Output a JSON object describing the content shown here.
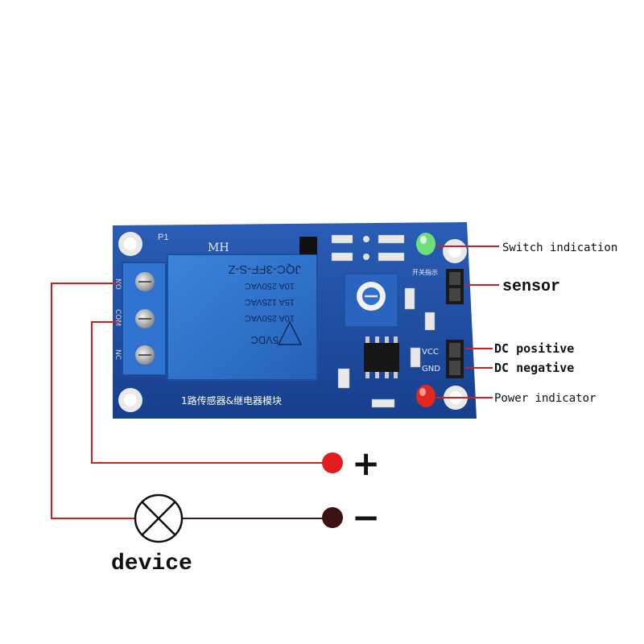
{
  "board": {
    "pin_label": "P1",
    "mh_text": "MH",
    "relay_model": "JQC-3FF-S-Z",
    "relay_rating_1": "10A 250VAC",
    "relay_rating_2": "15A 125VAC",
    "relay_rating_3": "10A 250VAC",
    "relay_coil": "5VDC",
    "terminal_no": "NO",
    "terminal_com": "COM",
    "terminal_nc": "NC",
    "pin_vcc": "VCC",
    "pin_gnd": "GND",
    "switch_led_caption": "开关指示",
    "board_title": "1路传感器&继电器模块"
  },
  "callouts": {
    "switch_indication": "Switch indication",
    "sensor": "sensor",
    "dc_positive": "DC positive",
    "dc_negative": "DC negative",
    "power_indicator": "Power indicator"
  },
  "circuit": {
    "plus_symbol": "+",
    "minus_symbol": "−",
    "device_label": "device"
  },
  "colors": {
    "pcb": "#1f4fa3",
    "relay": "#2f6fc9",
    "wire_red": "#d01f1f",
    "wire_dark": "#3a1a1a",
    "led_green": "#5fd16a",
    "led_red": "#e3261f"
  },
  "icons": {
    "lamp": "lamp-cross-icon",
    "positive_terminal": "red-dot-icon",
    "negative_terminal": "dark-dot-icon"
  }
}
